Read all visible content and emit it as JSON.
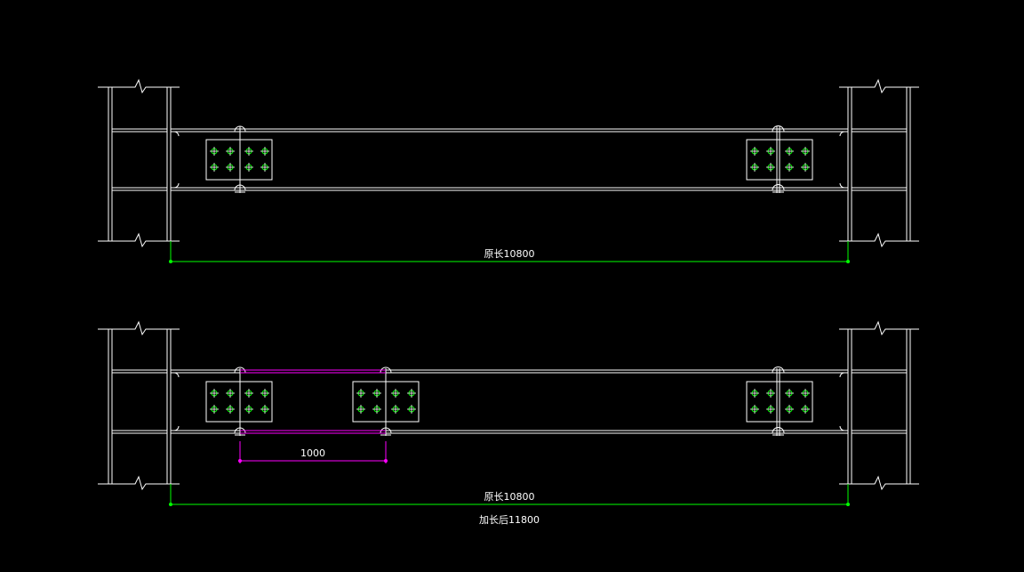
{
  "colors": {
    "background": "#000000",
    "linework": "#ffffff",
    "dimension": "#00ff00",
    "inserted_segment": "#ff00ff",
    "bolt": "#00ff00"
  },
  "top_drawing": {
    "overall_dimension_label": "原长10800"
  },
  "bottom_drawing": {
    "insert_dimension_label": "1000",
    "original_dimension_label": "原长10800",
    "extended_dimension_label": "加长后11800"
  }
}
